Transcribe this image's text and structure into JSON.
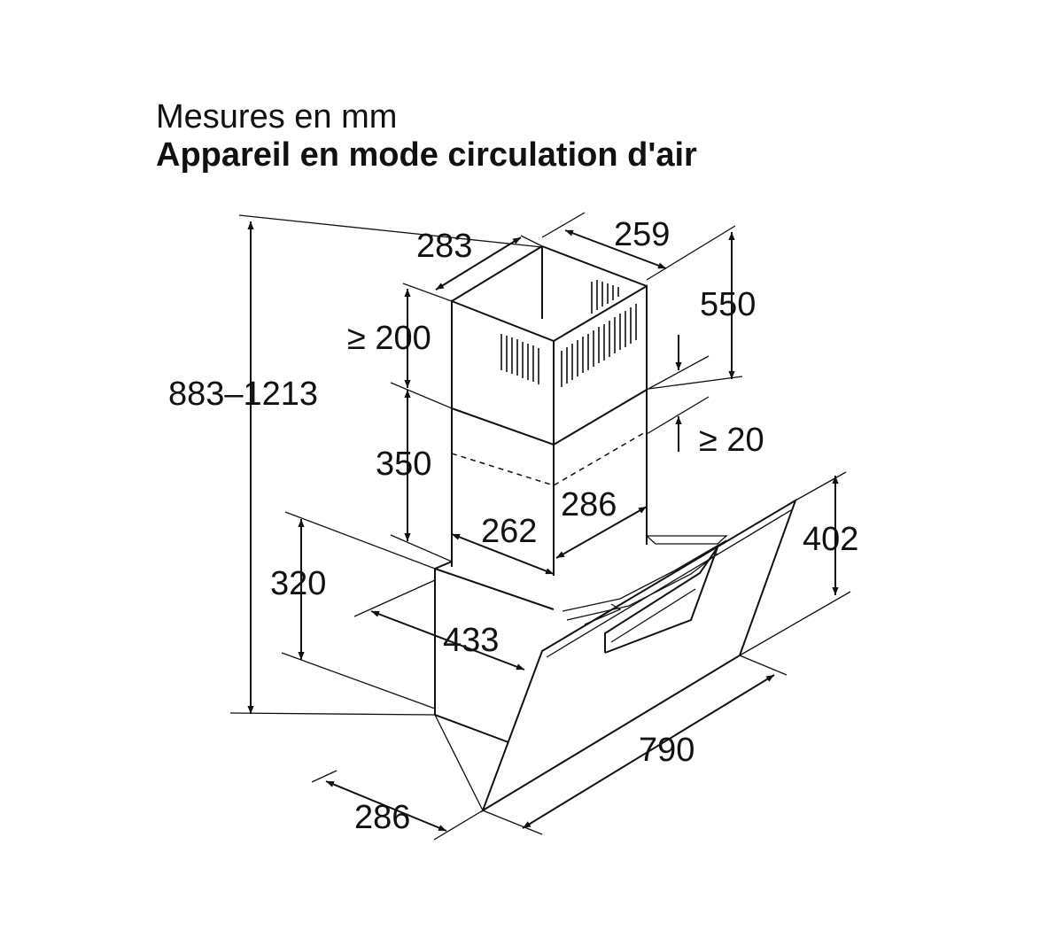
{
  "header": {
    "subtitle": "Mesures en mm",
    "title": "Appareil en mode circulation d'air"
  },
  "dimensions": {
    "total_height": "883–1213",
    "duct_depth": "283",
    "duct_width": "259",
    "upper_duct_height": "550",
    "min_gap_top": "≥ 200",
    "min_gap_side": "≥ 20",
    "lower_duct_height": "350",
    "inner_width": "262",
    "inner_depth": "286",
    "body_height": "320",
    "body_depth": "433",
    "front_height": "402",
    "total_width": "790",
    "total_depth": "286"
  }
}
